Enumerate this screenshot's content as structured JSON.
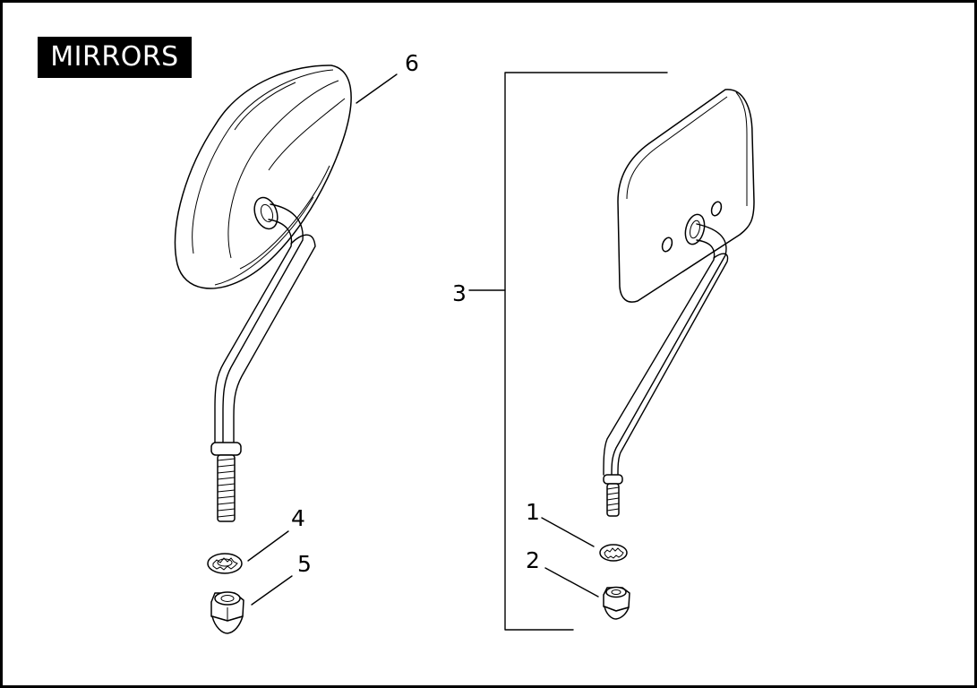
{
  "title": "MIRRORS",
  "callouts": {
    "c1": "1",
    "c2": "2",
    "c3": "3",
    "c4": "4",
    "c5": "5",
    "c6": "6"
  }
}
